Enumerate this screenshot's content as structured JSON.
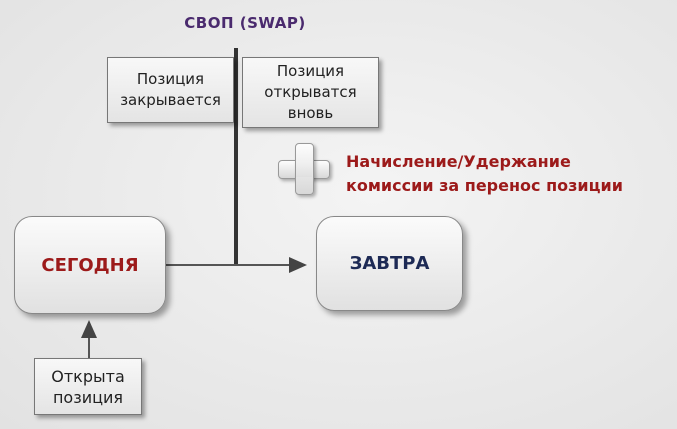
{
  "title": "СВОП (SWAP)",
  "boxes": {
    "position_closes": "Позиция\nзакрывается",
    "position_reopens": "Позиция\nоткрыватся\nвновь",
    "today": "СЕГОДНЯ",
    "tomorrow": "ЗАВТРА",
    "position_opened": "Открыта\nпозиция"
  },
  "note": "Начисление/Удержание\nкомиссии за перенос позиции",
  "icons": {
    "plus": "plus-icon"
  },
  "colors": {
    "title": "#4a2a6e",
    "accent_red": "#9c1a1a",
    "accent_navy": "#1d2a55",
    "line": "#444444"
  }
}
